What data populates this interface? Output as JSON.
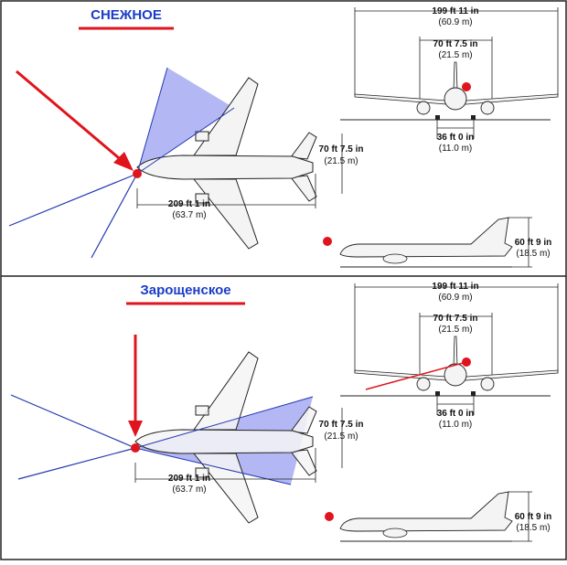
{
  "panels": [
    {
      "title": "СНЕЖНОЕ",
      "wingspan": {
        "imperial": "199 ft 11 in",
        "metric": "(60.9 m)"
      },
      "tail_span": {
        "imperial": "70 ft 7.5 in",
        "metric": "(21.5 m)"
      },
      "gear_track": {
        "imperial": "36 ft 0 in",
        "metric": "(11.0 m)"
      },
      "plan_span": {
        "imperial": "70 ft 7.5 in",
        "metric": "(21.5 m)"
      },
      "length": {
        "imperial": "209 ft 1 in",
        "metric": "(63.7 m)"
      },
      "height": {
        "imperial": "60 ft 9 in",
        "metric": "(18.5 m)"
      }
    },
    {
      "title": "Зарощенское",
      "wingspan": {
        "imperial": "199 ft 11 in",
        "metric": "(60.9 m)"
      },
      "tail_span": {
        "imperial": "70 ft 7.5 in",
        "metric": "(21.5 m)"
      },
      "gear_track": {
        "imperial": "36 ft 0 in",
        "metric": "(11.0 m)"
      },
      "plan_span": {
        "imperial": "70 ft 7.5 in",
        "metric": "(21.5 m)"
      },
      "length": {
        "imperial": "209 ft 1 in",
        "metric": "(63.7 m)"
      },
      "height": {
        "imperial": "60 ft 9 in",
        "metric": "(18.5 m)"
      }
    }
  ],
  "colors": {
    "title": "#1a3cc8",
    "underline": "#e0141c",
    "arrow": "#e0141c",
    "sight_line": "#2438b0",
    "view_cone": "#9aa0f0",
    "marker": "#e0141c",
    "frame": "#222222"
  }
}
